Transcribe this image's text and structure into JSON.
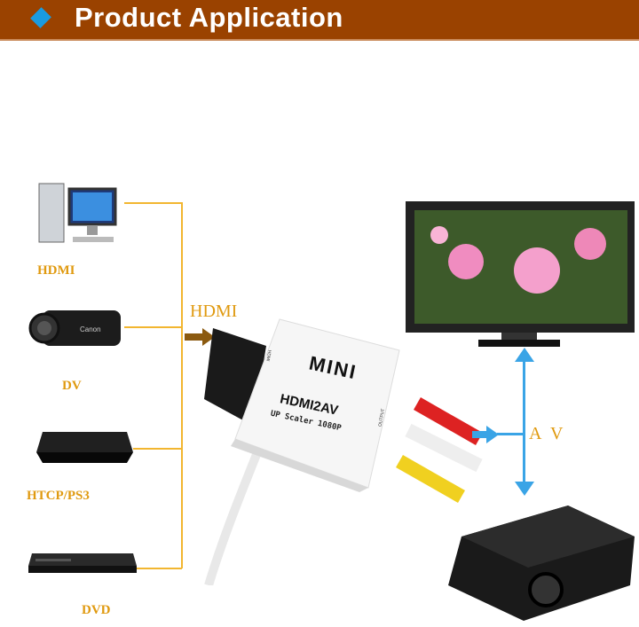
{
  "header": {
    "title": "Product Application",
    "icon": "diamond-icon",
    "color": "#9a4200",
    "accent": "#1a9be0"
  },
  "sources": [
    {
      "label": "HDMI",
      "icon": "desktop-computer-icon"
    },
    {
      "label": "DV",
      "icon": "camcorder-icon"
    },
    {
      "label": "HTCP/PS3",
      "icon": "game-console-icon"
    },
    {
      "label": "DVD",
      "icon": "dvd-player-icon"
    }
  ],
  "input_label": "HDMI",
  "output_label": "A V",
  "device": {
    "brand": "MINI",
    "model": "HDMI2AV",
    "subtitle": "UP Scaler 1080P",
    "input_port": "HDMI",
    "output_port": "OUTPUT"
  },
  "colors": {
    "line": "#f2b630",
    "label": "#e09a10",
    "arrow": "#3aa4e6"
  }
}
